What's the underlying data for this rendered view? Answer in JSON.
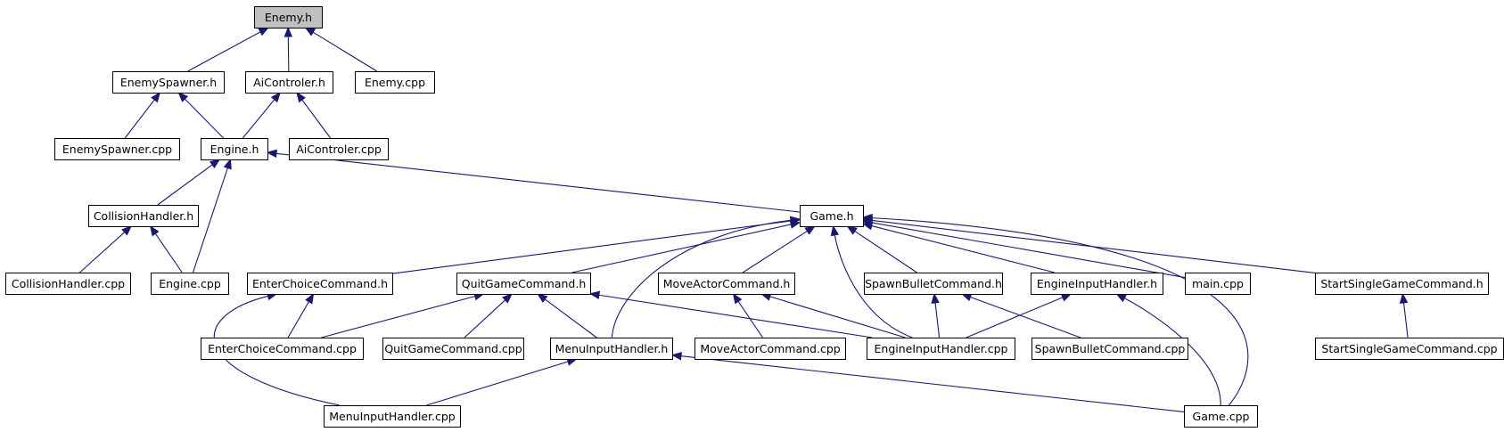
{
  "colors": {
    "edge": "#191970",
    "root_fill": "#bfbfbf",
    "node_fill": "#ffffff",
    "border": "#000000"
  },
  "nodes": [
    {
      "id": "enemy_h",
      "label": "Enemy.h",
      "root": true
    },
    {
      "id": "enemyspawner_h",
      "label": "EnemySpawner.h"
    },
    {
      "id": "aicontroler_h",
      "label": "AiControler.h"
    },
    {
      "id": "enemy_cpp",
      "label": "Enemy.cpp"
    },
    {
      "id": "enemyspawner_cpp",
      "label": "EnemySpawner.cpp"
    },
    {
      "id": "engine_h",
      "label": "Engine.h"
    },
    {
      "id": "aicontroler_cpp",
      "label": "AiControler.cpp"
    },
    {
      "id": "collisionhandler_h",
      "label": "CollisionHandler.h"
    },
    {
      "id": "game_h",
      "label": "Game.h"
    },
    {
      "id": "collisionhandler_cpp",
      "label": "CollisionHandler.cpp"
    },
    {
      "id": "engine_cpp",
      "label": "Engine.cpp"
    },
    {
      "id": "enterchoicecommand_h",
      "label": "EnterChoiceCommand.h"
    },
    {
      "id": "quitgamecommand_h",
      "label": "QuitGameCommand.h"
    },
    {
      "id": "moveactorcommand_h",
      "label": "MoveActorCommand.h"
    },
    {
      "id": "spawnbulletcommand_h",
      "label": "SpawnBulletCommand.h"
    },
    {
      "id": "engineinputhandler_h",
      "label": "EngineInputHandler.h"
    },
    {
      "id": "main_cpp",
      "label": "main.cpp"
    },
    {
      "id": "startsinglegamecommand_h",
      "label": "StartSingleGameCommand.h"
    },
    {
      "id": "enterchoicecommand_cpp",
      "label": "EnterChoiceCommand.cpp"
    },
    {
      "id": "quitgamecommand_cpp",
      "label": "QuitGameCommand.cpp"
    },
    {
      "id": "menuinputhandler_h",
      "label": "MenuInputHandler.h"
    },
    {
      "id": "moveactorcommand_cpp",
      "label": "MoveActorCommand.cpp"
    },
    {
      "id": "engineinputhandler_cpp",
      "label": "EngineInputHandler.cpp"
    },
    {
      "id": "spawnbulletcommand_cpp",
      "label": "SpawnBulletCommand.cpp"
    },
    {
      "id": "startsinglegamecommand_cpp",
      "label": "StartSingleGameCommand.cpp"
    },
    {
      "id": "menuinputhandler_cpp",
      "label": "MenuInputHandler.cpp"
    },
    {
      "id": "game_cpp",
      "label": "Game.cpp"
    }
  ],
  "edges": [
    {
      "from": "enemyspawner_h",
      "to": "enemy_h"
    },
    {
      "from": "aicontroler_h",
      "to": "enemy_h"
    },
    {
      "from": "enemy_cpp",
      "to": "enemy_h"
    },
    {
      "from": "enemyspawner_cpp",
      "to": "enemyspawner_h"
    },
    {
      "from": "engine_h",
      "to": "enemyspawner_h"
    },
    {
      "from": "engine_h",
      "to": "aicontroler_h"
    },
    {
      "from": "aicontroler_cpp",
      "to": "aicontroler_h"
    },
    {
      "from": "collisionhandler_h",
      "to": "engine_h"
    },
    {
      "from": "engine_cpp",
      "to": "engine_h"
    },
    {
      "from": "game_h",
      "to": "engine_h"
    },
    {
      "from": "collisionhandler_cpp",
      "to": "collisionhandler_h"
    },
    {
      "from": "engine_cpp",
      "to": "collisionhandler_h"
    },
    {
      "from": "enterchoicecommand_h",
      "to": "game_h"
    },
    {
      "from": "quitgamecommand_h",
      "to": "game_h"
    },
    {
      "from": "menuinputhandler_h",
      "to": "game_h"
    },
    {
      "from": "moveactorcommand_h",
      "to": "game_h"
    },
    {
      "from": "engineinputhandler_cpp",
      "to": "game_h"
    },
    {
      "from": "spawnbulletcommand_h",
      "to": "game_h"
    },
    {
      "from": "engineinputhandler_h",
      "to": "game_h"
    },
    {
      "from": "main_cpp",
      "to": "game_h"
    },
    {
      "from": "game_cpp",
      "to": "game_h"
    },
    {
      "from": "startsinglegamecommand_h",
      "to": "game_h"
    },
    {
      "from": "enterchoicecommand_cpp",
      "to": "enterchoicecommand_h"
    },
    {
      "from": "menuinputhandler_cpp",
      "to": "enterchoicecommand_h"
    },
    {
      "from": "enterchoicecommand_cpp",
      "to": "quitgamecommand_h"
    },
    {
      "from": "quitgamecommand_cpp",
      "to": "quitgamecommand_h"
    },
    {
      "from": "menuinputhandler_h",
      "to": "quitgamecommand_h"
    },
    {
      "from": "engineinputhandler_cpp",
      "to": "quitgamecommand_h"
    },
    {
      "from": "moveactorcommand_cpp",
      "to": "moveactorcommand_h"
    },
    {
      "from": "engineinputhandler_cpp",
      "to": "moveactorcommand_h"
    },
    {
      "from": "engineinputhandler_cpp",
      "to": "spawnbulletcommand_h"
    },
    {
      "from": "spawnbulletcommand_cpp",
      "to": "spawnbulletcommand_h"
    },
    {
      "from": "engineinputhandler_cpp",
      "to": "engineinputhandler_h"
    },
    {
      "from": "game_cpp",
      "to": "engineinputhandler_h"
    },
    {
      "from": "startsinglegamecommand_cpp",
      "to": "startsinglegamecommand_h"
    },
    {
      "from": "menuinputhandler_cpp",
      "to": "menuinputhandler_h"
    },
    {
      "from": "game_cpp",
      "to": "menuinputhandler_h"
    }
  ]
}
